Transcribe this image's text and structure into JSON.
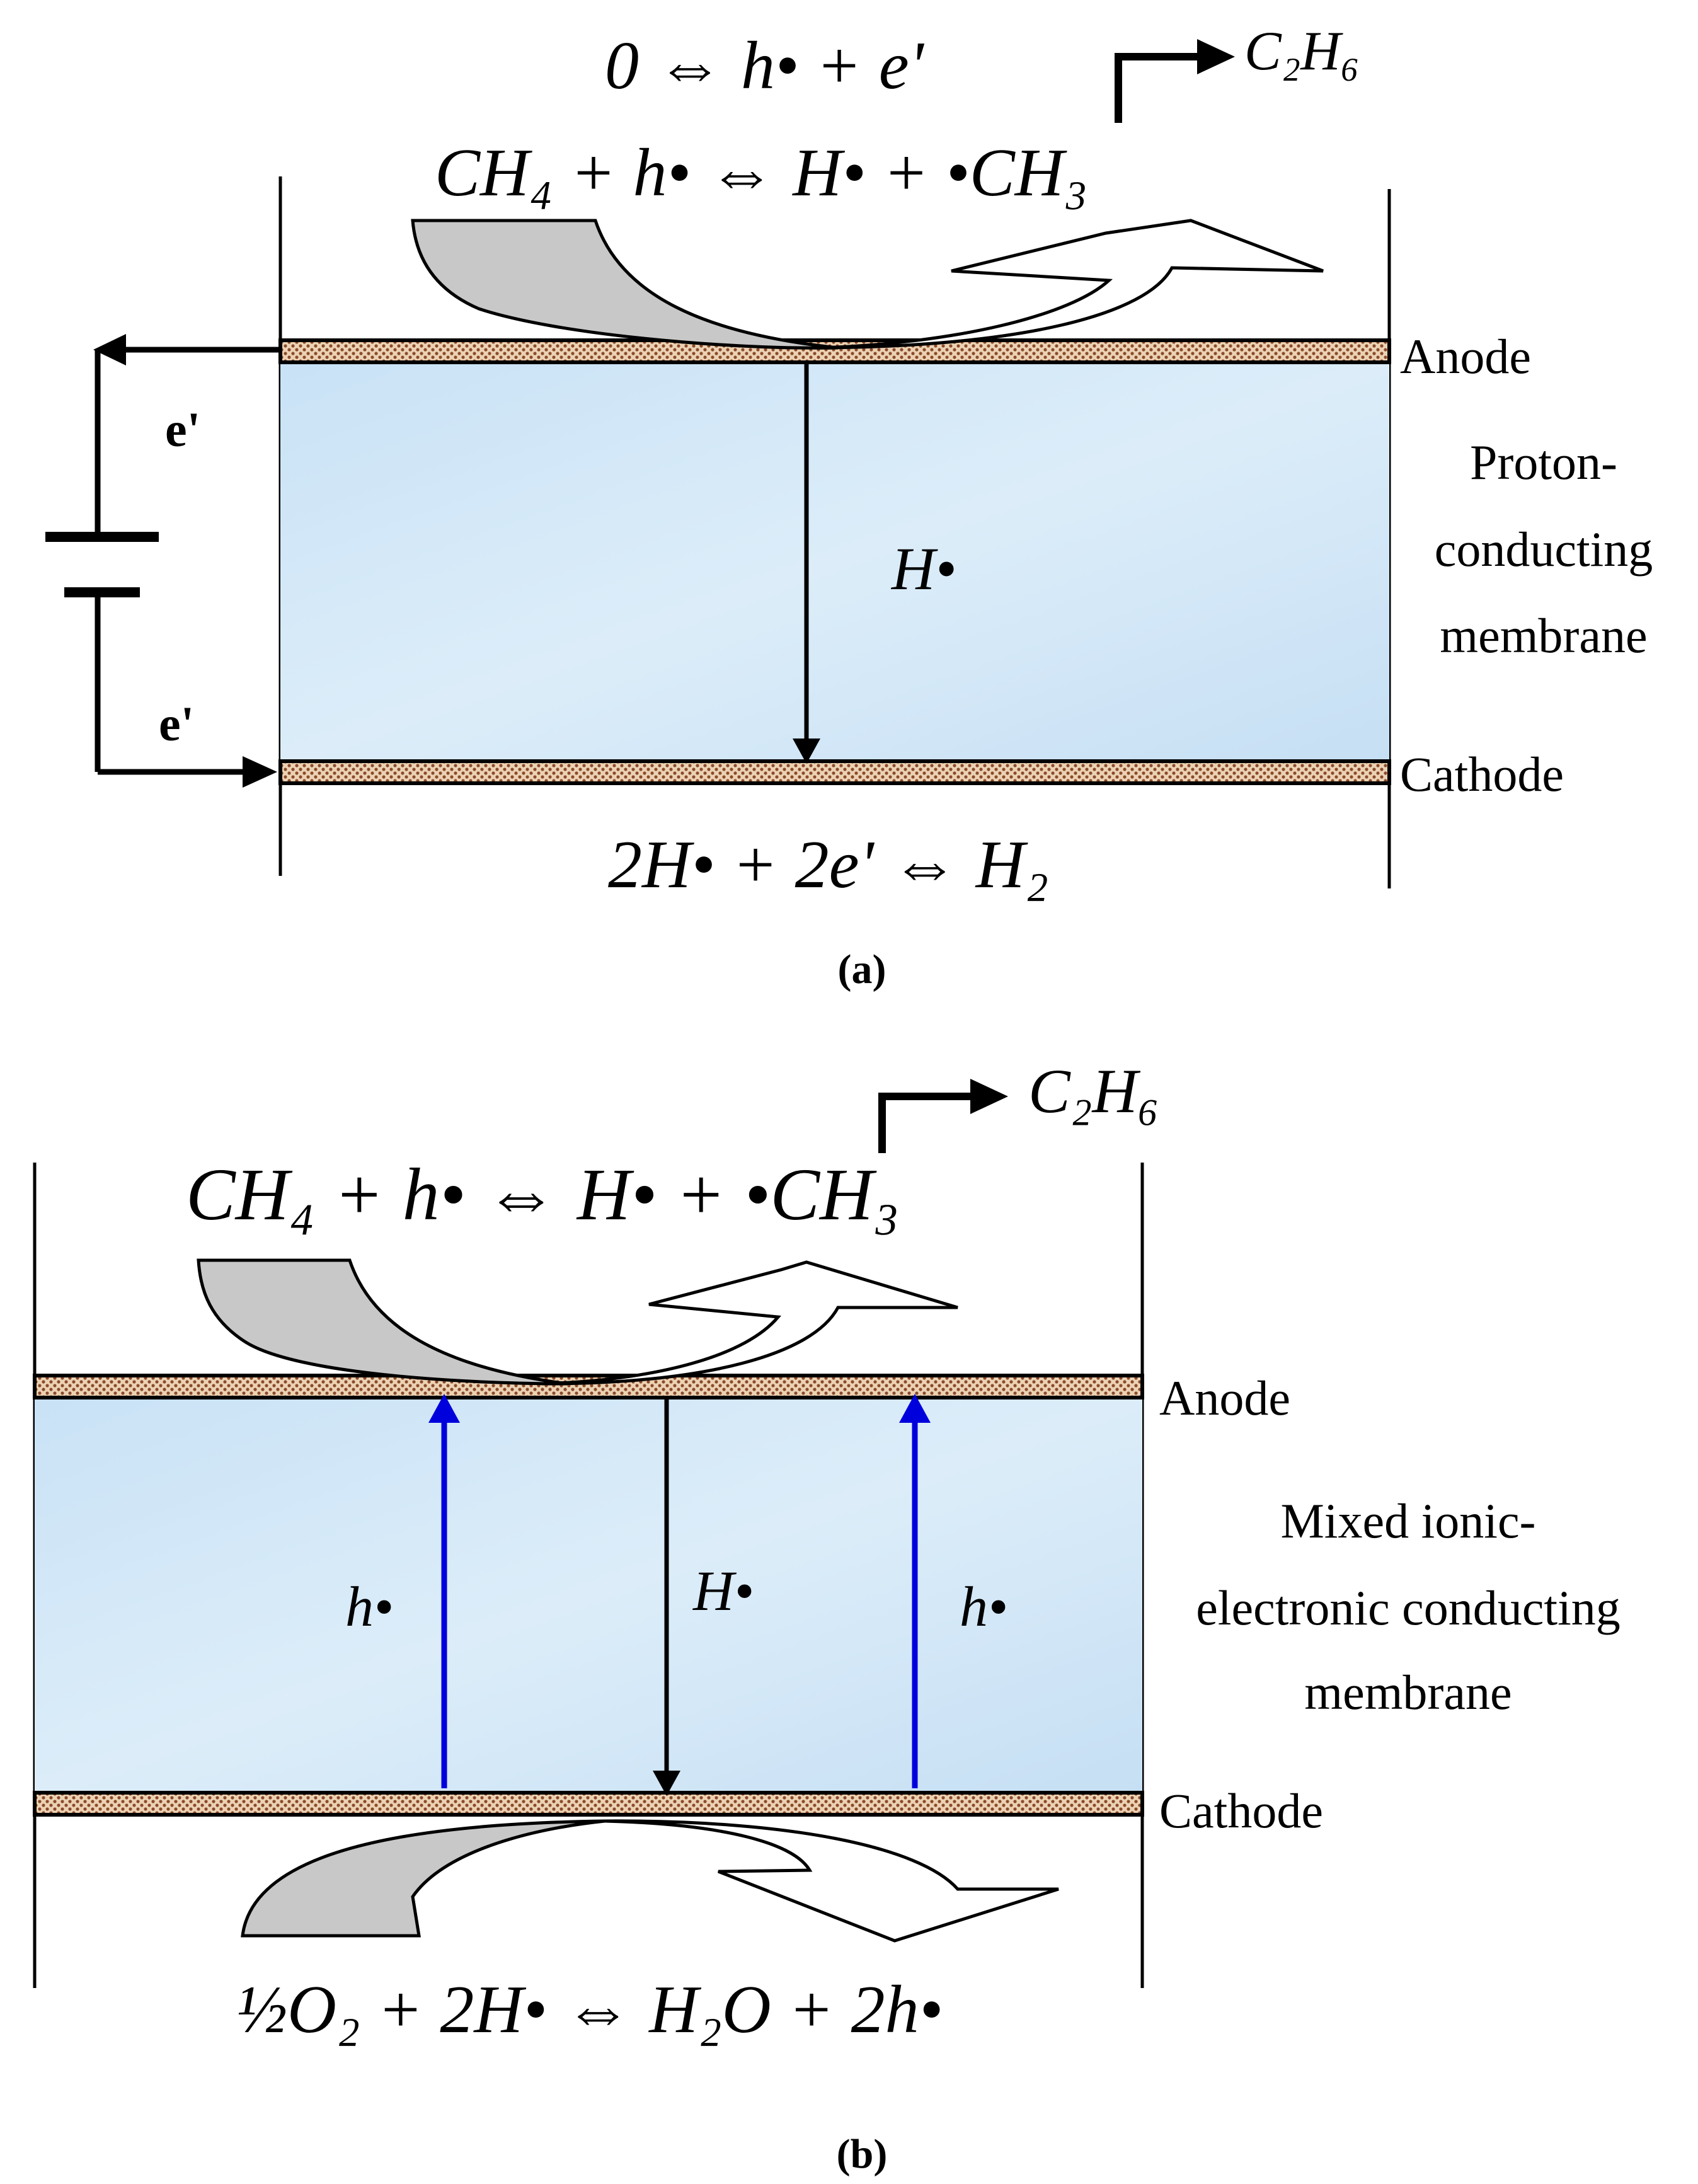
{
  "panel_a": {
    "equation_top_1": "0 ⇔ h• + e'",
    "product_top": "C₂H₆",
    "equation_top_2": "CH₄ + h• ⇔ H• + •CH₃",
    "anode_label": "Anode",
    "membrane_label_lines": [
      "Proton-",
      "conducting",
      "membrane"
    ],
    "cathode_label": "Cathode",
    "proton_label": "H•",
    "electron_label_top": "e'",
    "electron_label_bottom": "e'",
    "equation_bottom": "2H• + 2e' ⇔ H₂",
    "caption": "(a)"
  },
  "panel_b": {
    "product_top": "C₂H₆",
    "equation_top": "CH₄ + h• ⇔ H• + •CH₃",
    "anode_label": "Anode",
    "membrane_label_lines": [
      "Mixed ionic-",
      "electronic conducting",
      "membrane"
    ],
    "cathode_label": "Cathode",
    "hole_label_left": "h•",
    "proton_label": "H•",
    "hole_label_right": "h•",
    "equation_bottom": "½O₂ + 2H• ⇔ H₂O + 2h•",
    "caption": "(b)"
  },
  "colors": {
    "membrane_fill": "#cfe6f7",
    "electrode_fill": "#e9c9a8",
    "electrode_dots": "#8a4b2a",
    "reactant_arrow_fill": "#c8c8c8",
    "hole_arrow": "#0000dd",
    "line": "#000000"
  }
}
